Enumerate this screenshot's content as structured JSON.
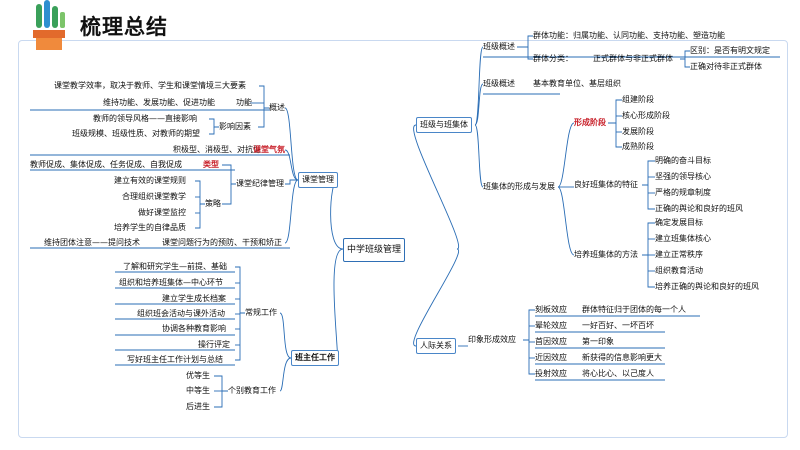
{
  "header": {
    "title": "梳理总结"
  },
  "center": "中学班级管理",
  "main": {
    "b1": "班级与班集体",
    "b2": "课堂管理",
    "b3": "班主任工作",
    "b4": "人际关系"
  },
  "b1": {
    "a": "班级概述",
    "a1": "群体功能：归属功能、认同功能、支持功能、塑造功能",
    "a2": "群体分类：",
    "a2b": "正式群体与非正式群体",
    "a2c": "区别：是否有明文规定",
    "a2d": "正确对待非正式群体",
    "b": "班级概述",
    "b1": "基本教育单位、基层组织",
    "c": "班集体的形成与发展",
    "c1": "形成阶段",
    "c1a": "组建阶段",
    "c1b": "核心形成阶段",
    "c1c": "发展阶段",
    "c1d": "成熟阶段",
    "c2": "良好班集体的特征",
    "c2a": "明确的奋斗目标",
    "c2b": "坚强的领导核心",
    "c2c": "严格的规章制度",
    "c2d": "正确的舆论和良好的班风",
    "c3": "培养班集体的方法",
    "c3a": "确定发展目标",
    "c3b": "建立班集体核心",
    "c3c": "建立正常秩序",
    "c3d": "组织教育活动",
    "c3e": "培养正确的舆论和良好的班风"
  },
  "b2": {
    "a": "概述",
    "a1": "课堂教学效率，取决于教师、学生和课堂情境三大要素",
    "a2": "维持功能、发展功能、促进功能",
    "a2b": "功能",
    "a3": "教师的领导风格——直接影响",
    "a3b": "影响因素",
    "a4": "班级规模、班级性质、对教师的期望",
    "a5": "积极型、消极型、对抗型",
    "a5b": "课堂气氛",
    "b": "课堂纪律管理",
    "b1": "教师促成、集体促成、任务促成、自我促成",
    "b1b": "类型",
    "b2": "策略",
    "b2a": "建立有效的课堂规则",
    "b2b": "合理组织课堂教学",
    "b2c": "做好课堂监控",
    "b2d": "培养学生的自律品质",
    "c": "维持团体注意——提问技术",
    "c2": "课堂问题行为的预防、干预和矫正"
  },
  "b3": {
    "a": "常规工作",
    "a1": "了解和研究学生—前提、基础",
    "a2": "组织和培养班集体—中心环节",
    "a3": "建立学生成长档案",
    "a4": "组织班会活动与课外活动",
    "a5": "协调各种教育影响",
    "a6": "操行评定",
    "a7": "写好班主任工作计划与总结",
    "b": "个别教育工作",
    "b1": "优等生",
    "b2": "中等生",
    "b3": "后进生"
  },
  "b4": {
    "a": "印象形成效应",
    "r1": "刻板效应",
    "r1b": "群体特征归于团体的每一个人",
    "r2": "晕轮效应",
    "r2b": "一好百好、一坏百坏",
    "r3": "首因效应",
    "r3b": "第一印象",
    "r4": "近因效应",
    "r4b": "新获得的信息影响更大",
    "r5": "投射效应",
    "r5b": "将心比心、以己度人"
  },
  "colors": {
    "line": "#2a6db5",
    "accent": "#c8202a",
    "border": "#6fa8dc"
  },
  "icons": [
    "plant-logo-icon"
  ]
}
